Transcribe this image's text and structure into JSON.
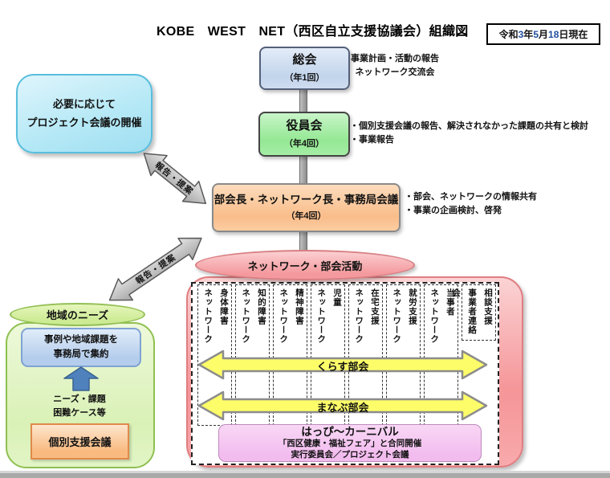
{
  "header": {
    "title": "KOBE　WEST　NET（西区自立支援協議会）組織図",
    "date": {
      "parts": [
        "令和",
        "3",
        "年",
        "5",
        "月",
        "18",
        "日現在"
      ]
    }
  },
  "chain": {
    "soukai": {
      "title": "総会",
      "freq": "（年1回）",
      "notes": "事業計画・活動の報告\nネットワーク交流会"
    },
    "yakuin": {
      "title": "役員会",
      "freq": "（年4回）",
      "notes": "・個別支援会議の報告、解決されなかった課題の共有と検討\n・事業報告"
    },
    "bukaicho": {
      "title": "部会長・ネットワーク長・事務局会議",
      "freq": "（年4回）",
      "notes": "・部会、ネットワークの情報共有\n・事業の企画検討、啓発"
    }
  },
  "project_box": {
    "text": "必要に応じて\nプロジェクト会議の開催"
  },
  "report_arrows": {
    "upper": "報告・提案",
    "lower": "報告・提案"
  },
  "network": {
    "ellipse": "ネットワーク・部会活動",
    "columns": [
      "身体障害\nネットワーク",
      "知的障害\nネットワーク",
      "精神障害\nネットワーク",
      "児童\nネットワーク",
      "在宅支援\nネットワーク",
      "就労支援\nネットワーク",
      "当事者\nネットワーク",
      "相談支援\n事業者連絡会"
    ],
    "bukai": [
      "くらす部会",
      "まなぶ部会"
    ],
    "carnival": {
      "title": "はっぴ～カーニバル",
      "line2": "「西区健康・福祉フェア」と合同開催",
      "line3": "実行委員会／プロジェクト会議"
    }
  },
  "community": {
    "needs_ellipse": "地域のニーズ",
    "aggregate_box": "事例や地域課題を\n事務局で集約",
    "note": "ニーズ・課題\n困難ケース等",
    "kobetsu": "個別支援会議"
  },
  "colors": {
    "soukai_fill": "#c2d4ec",
    "yakuin_fill": "#94e894",
    "bukaicho_fill": "#f9bd8a",
    "project_fill": "#a3e1f3",
    "network_pink": "#f59598",
    "bukai_yellow": "#fdfd69",
    "carnival_purple": "#f2bcee",
    "community_green": "#d9f1b6",
    "aggregate_blue": "#b4cdec",
    "kobetsu_orange": "#f9ba80",
    "up_arrow_blue": "#4f81bd",
    "date_number_blue": "#1f4e9f"
  }
}
